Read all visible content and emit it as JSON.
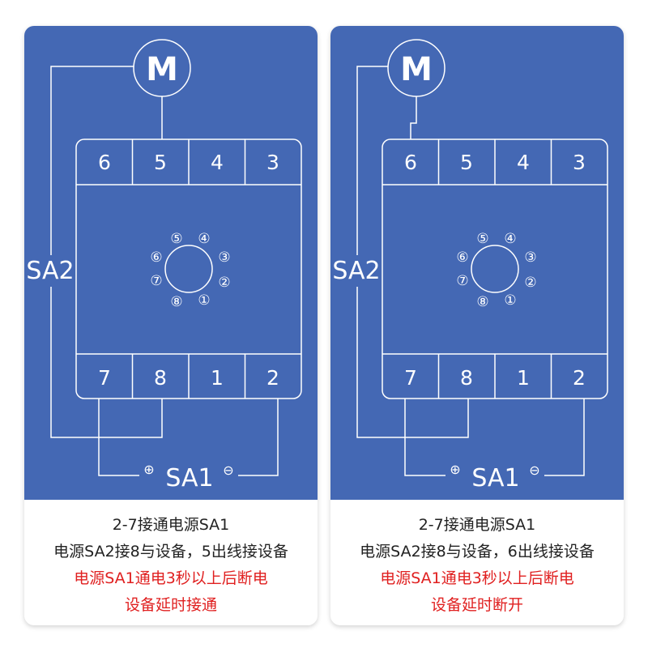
{
  "motor_label": "M",
  "top_terminals": [
    "6",
    "5",
    "4",
    "3"
  ],
  "bottom_terminals": [
    "7",
    "8",
    "1",
    "2"
  ],
  "pins": [
    "⑤",
    "④",
    "⑥",
    "③",
    "⑦",
    "②",
    "⑧",
    "①"
  ],
  "sa2_label": "SA2",
  "sa1_label": "SA1",
  "plus_symbol": "⊕",
  "minus_symbol": "⊖",
  "cards": [
    {
      "line1": "2-7接通电源SA1",
      "line2": "电源SA2接8与设备，5出线接设备",
      "line3": "电源SA1通电3秒以上后断电",
      "line4": "设备延时接通"
    },
    {
      "line1": "2-7接通电源SA1",
      "line2": "电源SA2接8与设备，6出线接设备",
      "line3": "电源SA1通电3秒以上后断电",
      "line4": "设备延时断开"
    }
  ],
  "colors": {
    "panel": "#4468b4",
    "line": "#ffffff",
    "red_text": "#e02020"
  }
}
